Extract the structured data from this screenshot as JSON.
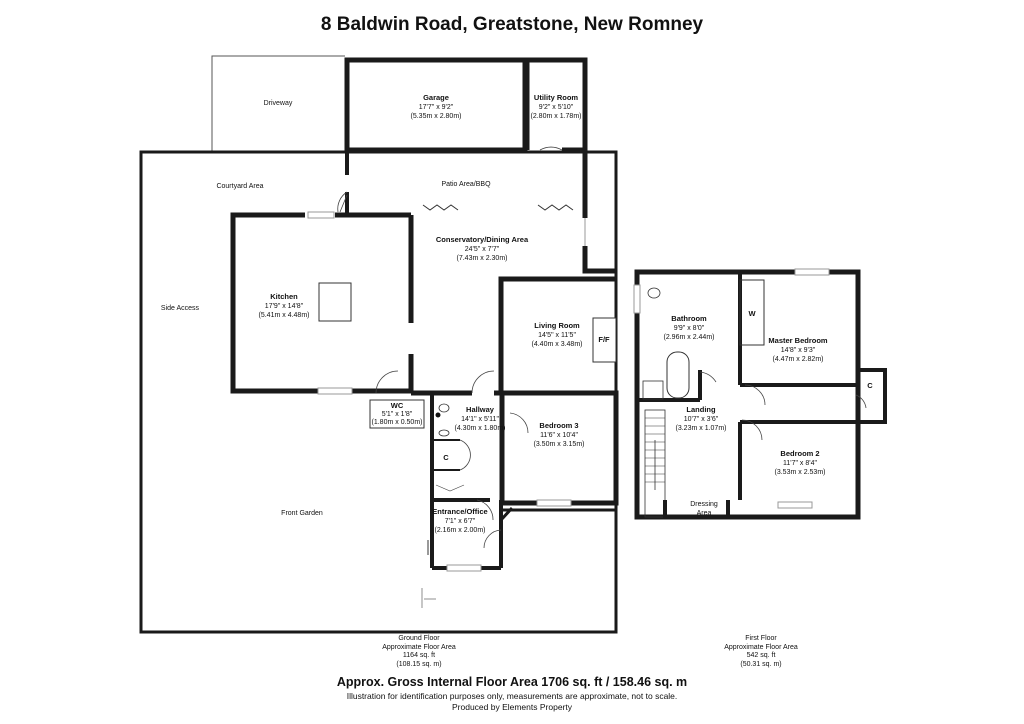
{
  "title": "8 Baldwin Road, Greatstone, New Romney",
  "rooms": {
    "driveway": {
      "name": "Driveway"
    },
    "garage": {
      "name": "Garage",
      "imperial": "17'7\" x 9'2\"",
      "metric": "(5.35m x 2.80m)"
    },
    "utility": {
      "name": "Utility Room",
      "imperial": "9'2\" x 5'10\"",
      "metric": "(2.80m x 1.78m)"
    },
    "courtyard": {
      "name": "Courtyard Area"
    },
    "patio": {
      "name": "Patio Area/BBQ"
    },
    "conservatory": {
      "name": "Conservatory/Dining Area",
      "imperial": "24'5\" x 7'7\"",
      "metric": "(7.43m x 2.30m)"
    },
    "kitchen": {
      "name": "Kitchen",
      "imperial": "17'9\" x 14'8\"",
      "metric": "(5.41m x 4.48m)"
    },
    "side_access": {
      "name": "Side Access"
    },
    "living": {
      "name": "Living Room",
      "imperial": "14'5\" x 11'5\"",
      "metric": "(4.40m x 3.48m)"
    },
    "fireplace": {
      "name": "F/F"
    },
    "wc": {
      "name": "WC",
      "imperial": "5'1\" x 1'8\"",
      "metric": "(1.80m x 0.50m)"
    },
    "hallway": {
      "name": "Hallway",
      "imperial": "14'1\" x 5'11\"",
      "metric": "(4.30m x 1.80m)"
    },
    "bedroom3": {
      "name": "Bedroom 3",
      "imperial": "11'6\" x 10'4\"",
      "metric": "(3.50m x 3.15m)"
    },
    "cupboard_gf": {
      "name": "C"
    },
    "entrance": {
      "name": "Entrance/Office",
      "imperial": "7'1\" x 6'7\"",
      "metric": "(2.16m x 2.00m)"
    },
    "front_garden": {
      "name": "Front Garden"
    },
    "bathroom": {
      "name": "Bathroom",
      "imperial": "9'9\" x 8'0\"",
      "metric": "(2.96m x 2.44m)"
    },
    "wardrobe": {
      "name": "W"
    },
    "master": {
      "name": "Master Bedroom",
      "imperial": "14'8\" x 9'3\"",
      "metric": "(4.47m x 2.82m)"
    },
    "cupboard_ff": {
      "name": "C"
    },
    "landing": {
      "name": "Landing",
      "imperial": "10'7\" x 3'6\"",
      "metric": "(3.23m x 1.07m)"
    },
    "bedroom2": {
      "name": "Bedroom 2",
      "imperial": "11'7\" x 8'4\"",
      "metric": "(3.53m x 2.53m)"
    },
    "dressing": {
      "name": "Dressing",
      "name2": "Area"
    }
  },
  "floors": {
    "ground": {
      "name": "Ground Floor",
      "label": "Approximate Floor Area",
      "sqft": "1164 sq. ft",
      "sqm": "(108.15 sq. m)"
    },
    "first": {
      "name": "First Floor",
      "label": "Approximate Floor Area",
      "sqft": "542 sq. ft",
      "sqm": "(50.31 sq. m)"
    }
  },
  "footer": {
    "gross": "Approx. Gross Internal Floor Area 1706 sq. ft / 158.46 sq. m",
    "disclaimer": "Illustration for identification purposes only, measurements are approximate, not to scale.",
    "produced": "Produced by Elements Property"
  },
  "colors": {
    "wall": "#1a1a1a",
    "thin": "#444444",
    "window": "#999999"
  }
}
